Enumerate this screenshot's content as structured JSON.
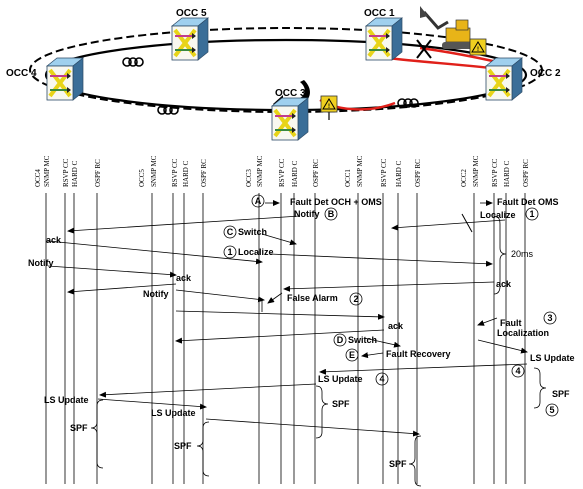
{
  "nodes": {
    "occ1": "OCC 1",
    "occ2": "OCC 2",
    "occ3": "OCC 3",
    "occ4": "OCC 4",
    "occ5": "OCC 5"
  },
  "columns": {
    "occ4": [
      "OCC4",
      "SNMP MC",
      "RSVP CC",
      "HARD C",
      "OSPF RC"
    ],
    "occ5": [
      "OCC5",
      "SNMP MC",
      "RSVP CC",
      "HARD C",
      "OSPF RC"
    ],
    "occ3": [
      "OCC3",
      "SNMP MC",
      "RSVP CC",
      "HARD C",
      "OSPF RC"
    ],
    "occ1": [
      "OCC1",
      "SNMP MC",
      "RSVP CC",
      "HARD C",
      "OSPF RC"
    ],
    "occ2": [
      "OCC2",
      "SNMP MC",
      "RSVP CC",
      "HARD C",
      "OSPF RC"
    ]
  },
  "messages": {
    "fault_det_och_oms": "Fault Det OCH + OMS",
    "fault_det_oms": "Fault Det OMS",
    "notify_b": "Notify",
    "localize_1": "Localize",
    "switch_c": "Switch",
    "localize_occ3": "Localize",
    "ack_occ4": "ack",
    "notify_occ4": "Notify",
    "ack_occ5": "ack",
    "ms20": "20ms",
    "notify_occ5": "Notify",
    "ack_occ2": "ack",
    "false_alarm": "False Alarm",
    "fault_localization_1": "Fault",
    "fault_localization_2": "Localization",
    "ack_occ1": "ack",
    "switch_d": "Switch",
    "fault_recovery": "Fault Recovery",
    "ls_update_occ2": "LS Update",
    "ls_update_occ3": "LS Update",
    "ls_update_occ4": "LS Update",
    "ls_update_occ5": "LS Update",
    "spf_occ2": "SPF",
    "spf_occ3": "SPF",
    "spf_occ4": "SPF",
    "spf_occ5": "SPF",
    "spf_occ1": "SPF"
  },
  "markers": {
    "a": "A",
    "b": "B",
    "c": "C",
    "d": "D",
    "e": "E",
    "one_a": "1",
    "one_b": "1",
    "two": "2",
    "three": "3",
    "four_a": "4",
    "four_b": "4",
    "five": "5"
  },
  "icon_names": [
    "optical-cross-connect-icon",
    "excavator-icon",
    "warning-sign-icon",
    "fiber-coil-icon",
    "ring-rotation-arrow-icon"
  ],
  "colors": {
    "failure_path": "#e0201a",
    "node_face": "#68b4e0",
    "node_cross": "#e8d418"
  }
}
